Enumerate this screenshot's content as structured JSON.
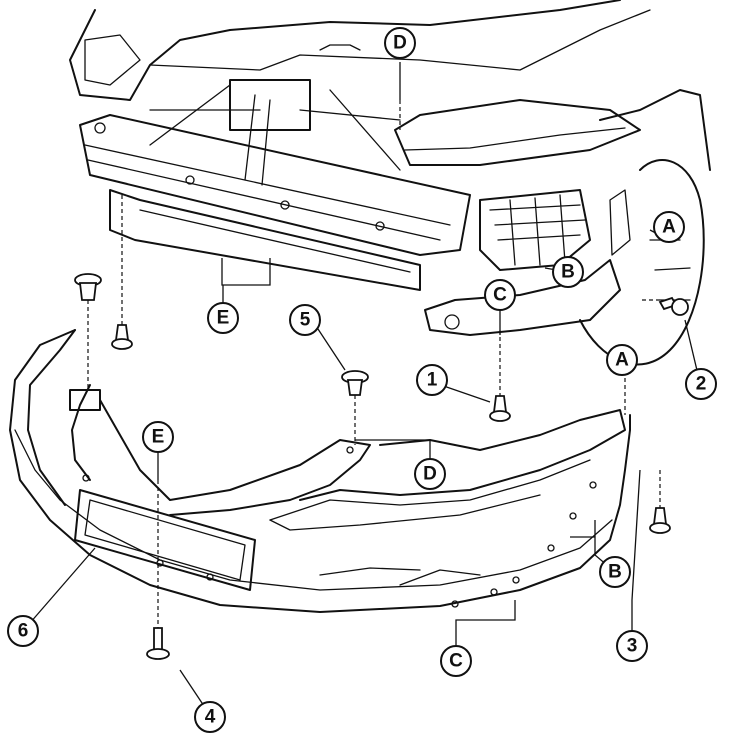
{
  "callouts": {
    "n1": "1",
    "n2": "2",
    "n3": "3",
    "n4": "4",
    "n5": "5",
    "n6": "6",
    "A_upper": "A",
    "A_lower": "A",
    "B_upper": "B",
    "B_lower": "B",
    "C_upper": "C",
    "C_lower": "C",
    "D_upper": "D",
    "D_lower": "D",
    "E_upper": "E",
    "E_lower": "E"
  }
}
